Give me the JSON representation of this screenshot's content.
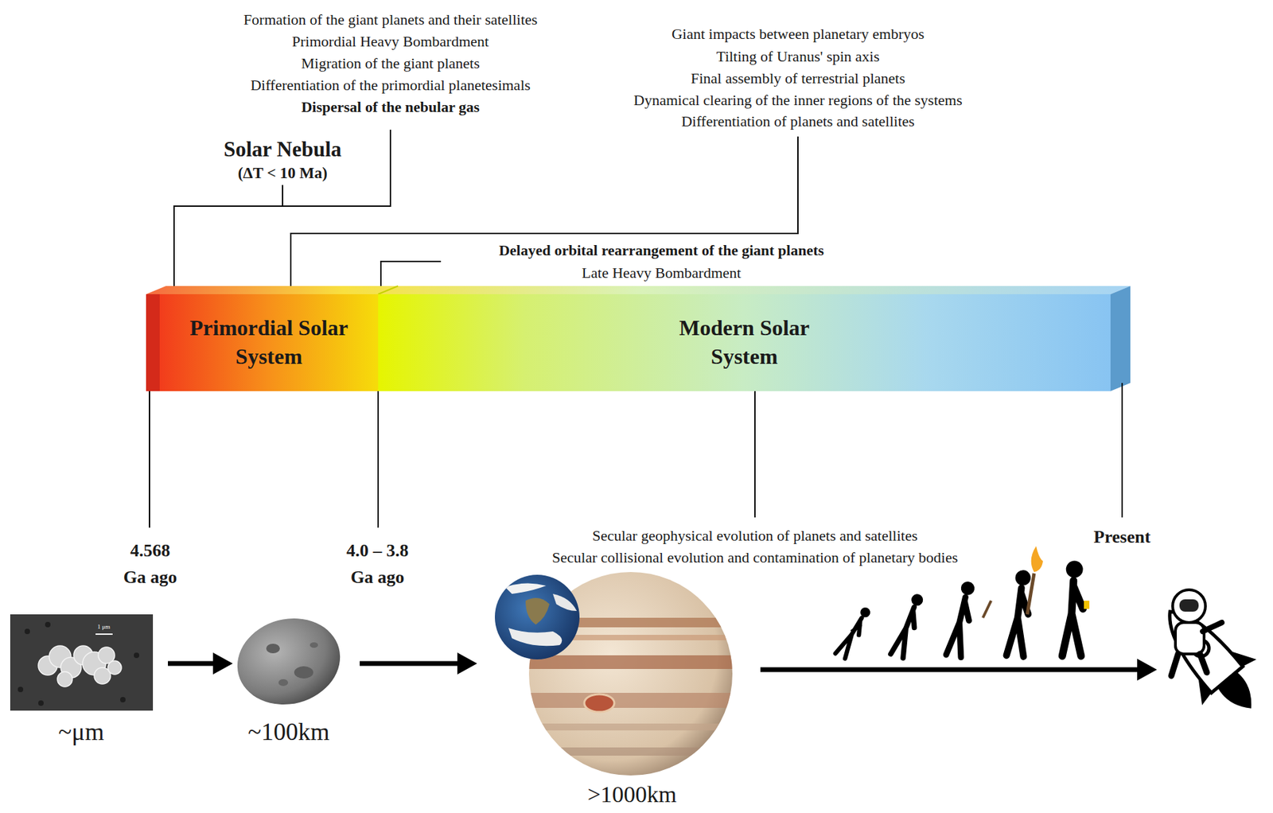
{
  "diagram": {
    "nodes": [
      {
        "text": [
          "Primordial Solar System"
        ]
      },
      {
        "text": [
          "Modern Solar System"
        ]
      }
    ],
    "labels": [
      "Formation of the giant planets and their satellites",
      "Primordial Heavy Bombardment",
      "Migration of the giant planets",
      "Differentiation of the primordial planetesimals",
      "Dispersal of the nebular gas",
      "Solar Nebula",
      "(ΔT < 10 Ma)",
      "Giant impacts between planetary embryos",
      "Tilting of Uranus' spin axis",
      "Final assembly of terrestrial planets",
      "Dynamical clearing of the inner regions of the systems",
      "Differentiation of planets and satellites",
      "Delayed orbital rearrangement of the giant planets",
      "Late Heavy Bombardment",
      "4.568 Ga ago",
      "4.0 – 3.8 Ga ago",
      "Secular geophysical evolution of planets and satellites",
      "Secular collisional evolution and contamination of planetary bodies",
      "Present",
      "1 μm",
      "~μm",
      "~100km",
      ">1000km"
    ]
  }
}
